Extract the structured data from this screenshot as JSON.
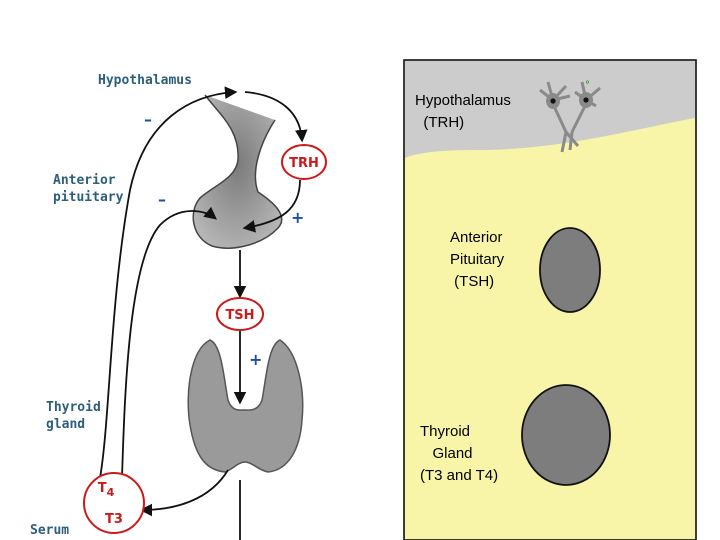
{
  "left_diagram": {
    "labels": {
      "hypothalamus": "Hypothalamus",
      "anterior_pituitary": "Anterior\npituitary",
      "thyroid_gland": "Thyroid\ngland",
      "serum": "Serum"
    },
    "hormones": {
      "trh": "TRH",
      "tsh": "TSH",
      "t4_letter": "T",
      "t4_sub": "4",
      "t3": "T3"
    },
    "signs": {
      "minus_top": "–",
      "minus_mid": "–",
      "plus_trh": "+",
      "plus_tsh": "+"
    }
  },
  "right_panel": {
    "hypothalamus_label": "Hypothalamus\n  (TRH)",
    "pituitary_label": "Anterior\nPituitary\n (TSH)",
    "thyroid_label": "Thyroid\n   Gland\n(T3 and T4)",
    "colors": {
      "top_band": "#cccccc",
      "body": "#f8f5a8",
      "ellipse": "#7d7d7d",
      "neuron": "#8a8a8a"
    }
  }
}
